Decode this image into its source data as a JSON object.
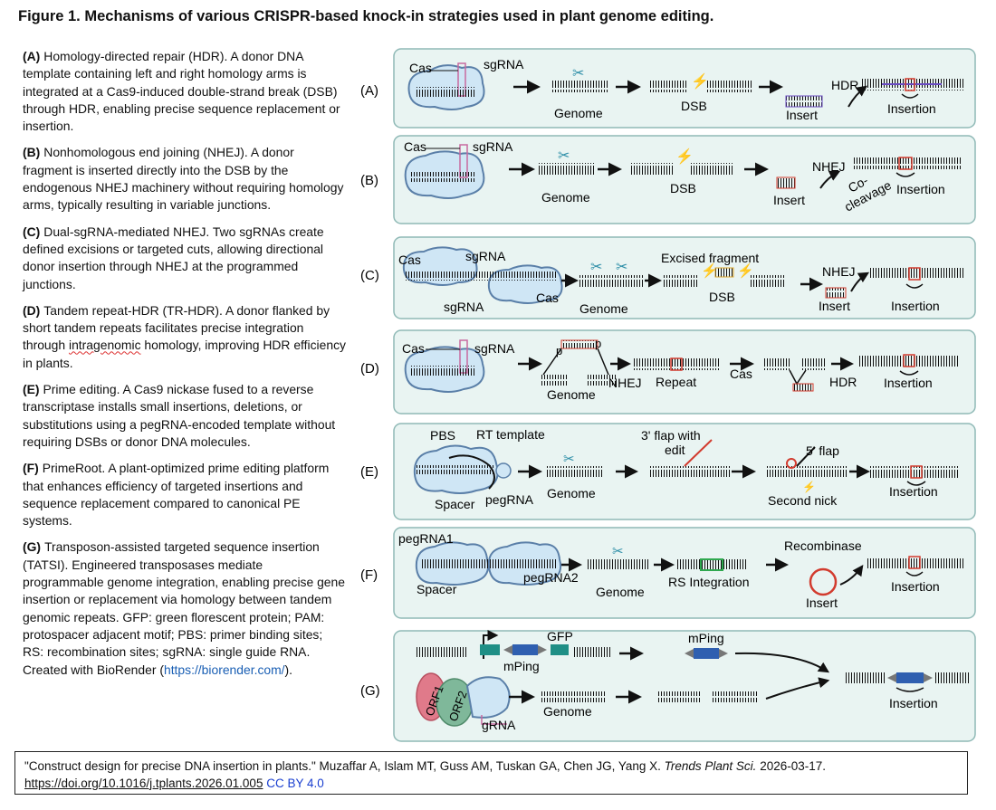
{
  "figure_title": "Figure 1. Mechanisms of various CRISPR-based knock-in strategies used in plant genome editing.",
  "descriptions": [
    {
      "label": "(A)",
      "text": "Homology-directed repair (HDR). A donor DNA template containing left and right homology arms is integrated at a Cas9-induced double-strand break (DSB) through HDR, enabling precise sequence replacement or insertion."
    },
    {
      "label": "(B)",
      "text": "Nonhomologous end joining (NHEJ). A donor fragment is inserted directly into the DSB by the endogenous NHEJ machinery without requiring homology arms, typically resulting in variable junctions."
    },
    {
      "label": "(C)",
      "text": "Dual-sgRNA-mediated NHEJ. Two sgRNAs create defined excisions or targeted cuts, allowing directional donor insertion through NHEJ at the programmed junctions."
    },
    {
      "label": "(D)",
      "text_before": "Tandem repeat-HDR (TR-HDR). A donor flanked by short tandem repeats facilitates precise integration through ",
      "text_marked": "intragenomic",
      "text_after": " homology, improving HDR efficiency in plants."
    },
    {
      "label": "(E)",
      "text": "Prime editing. A Cas9 nickase fused to a reverse transcriptase installs small insertions, deletions, or substitutions using a pegRNA-encoded template without requiring DSBs or donor DNA molecules."
    },
    {
      "label": "(F)",
      "text": "PrimeRoot. A plant-optimized prime editing platform that enhances efficiency of targeted insertions and sequence replacement compared to canonical PE systems."
    },
    {
      "label": "(G)",
      "text_before": "Transposon-assisted targeted sequence insertion (TATSI). Engineered transposases mediate programmable genome integration, enabling precise gene insertion or replacement via homology between tandem genomic repeats. GFP: green florescent protein; PAM: protospacer adjacent motif; PBS: primer binding sites; RS: recombination sites; sgRNA: single guide RNA. Created with BioRender (",
      "link": "https://biorender.com/",
      "text_after": ")."
    }
  ],
  "panels": [
    {
      "id": "A",
      "label": "(A)",
      "texts": {
        "cas": "Cas",
        "sgrna": "sgRNA",
        "genome": "Genome",
        "dsb": "DSB",
        "insert": "Insert",
        "hdr": "HDR",
        "insertion": "Insertion"
      }
    },
    {
      "id": "B",
      "label": "(B)",
      "texts": {
        "cas": "Cas",
        "sgrna": "sgRNA",
        "genome": "Genome",
        "dsb": "DSB",
        "insert": "Insert",
        "nhej": "NHEJ",
        "co": "Co-",
        "cleavage": "cleavage",
        "insertion": "Insertion"
      }
    },
    {
      "id": "C",
      "label": "(C)",
      "texts": {
        "cas1": "Cas",
        "sgrna1": "sgRNA",
        "sgrna2": "sgRNA",
        "cas2": "Cas",
        "genome": "Genome",
        "excised": "Excised fragment",
        "dsb": "DSB",
        "nhej": "NHEJ",
        "insert": "Insert",
        "insertion": "Insertion"
      }
    },
    {
      "id": "D",
      "label": "(D)",
      "texts": {
        "cas": "Cas",
        "sgrna": "sgRNA",
        "p1": "p",
        "p2": "p",
        "genome": "Genome",
        "nhej": "NHEJ",
        "repeat": "Repeat",
        "cas2": "Cas",
        "hdr": "HDR",
        "insertion": "Insertion"
      }
    },
    {
      "id": "E",
      "label": "(E)",
      "texts": {
        "pbs": "PBS",
        "rt": "RT template",
        "spacer": "Spacer",
        "pegrna": "pegRNA",
        "genome": "Genome",
        "flap3a": "3' flap with",
        "flap3b": "edit",
        "flap5": "5' flap",
        "nick": "Second nick",
        "insertion": "Insertion"
      }
    },
    {
      "id": "F",
      "label": "(F)",
      "texts": {
        "pegrna1": "pegRNA1",
        "spacer": "Spacer",
        "pegrna2": "pegRNA2",
        "genome": "Genome",
        "rs": "RS Integration",
        "recombinase": "Recombinase",
        "insert": "Insert",
        "insertion": "Insertion"
      }
    },
    {
      "id": "G",
      "label": "(G)",
      "texts": {
        "gfp": "GFP",
        "mping1": "mPing",
        "mping2": "mPing",
        "orf1": "ORF1",
        "orf2": "ORF2",
        "grna": "gRNA",
        "genome": "Genome",
        "insertion": "Insertion"
      }
    }
  ],
  "colors": {
    "panel_fill": "#e9f4f2",
    "panel_border": "#8fb9b6",
    "cas_fill": "#cfe6f5",
    "cas_stroke": "#5a7fa8",
    "sgrna": "#c86aa0",
    "scissors": "#2f8fa8",
    "bolt": "#e8911e",
    "insert_red": "#d23b2e",
    "insert_purple": "#6a4cc2",
    "green_rs": "#2fa84f",
    "teal_gfp": "#1f8f86",
    "blue_mping": "#2f5fb0",
    "orf1": "#e07a8a",
    "orf2": "#7fb89a"
  },
  "citation": {
    "text": "\"Construct design for precise DNA insertion in plants.\" Muzaffar A, Islam MT, Guss AM, Tuskan GA, Chen JG, Yang X. ",
    "journal": "Trends Plant Sci.",
    "date": " 2026-03-17. ",
    "doi": "https://doi.org/10.1016/j.tplants.2026.01.005",
    "license": "CC BY 4.0"
  }
}
